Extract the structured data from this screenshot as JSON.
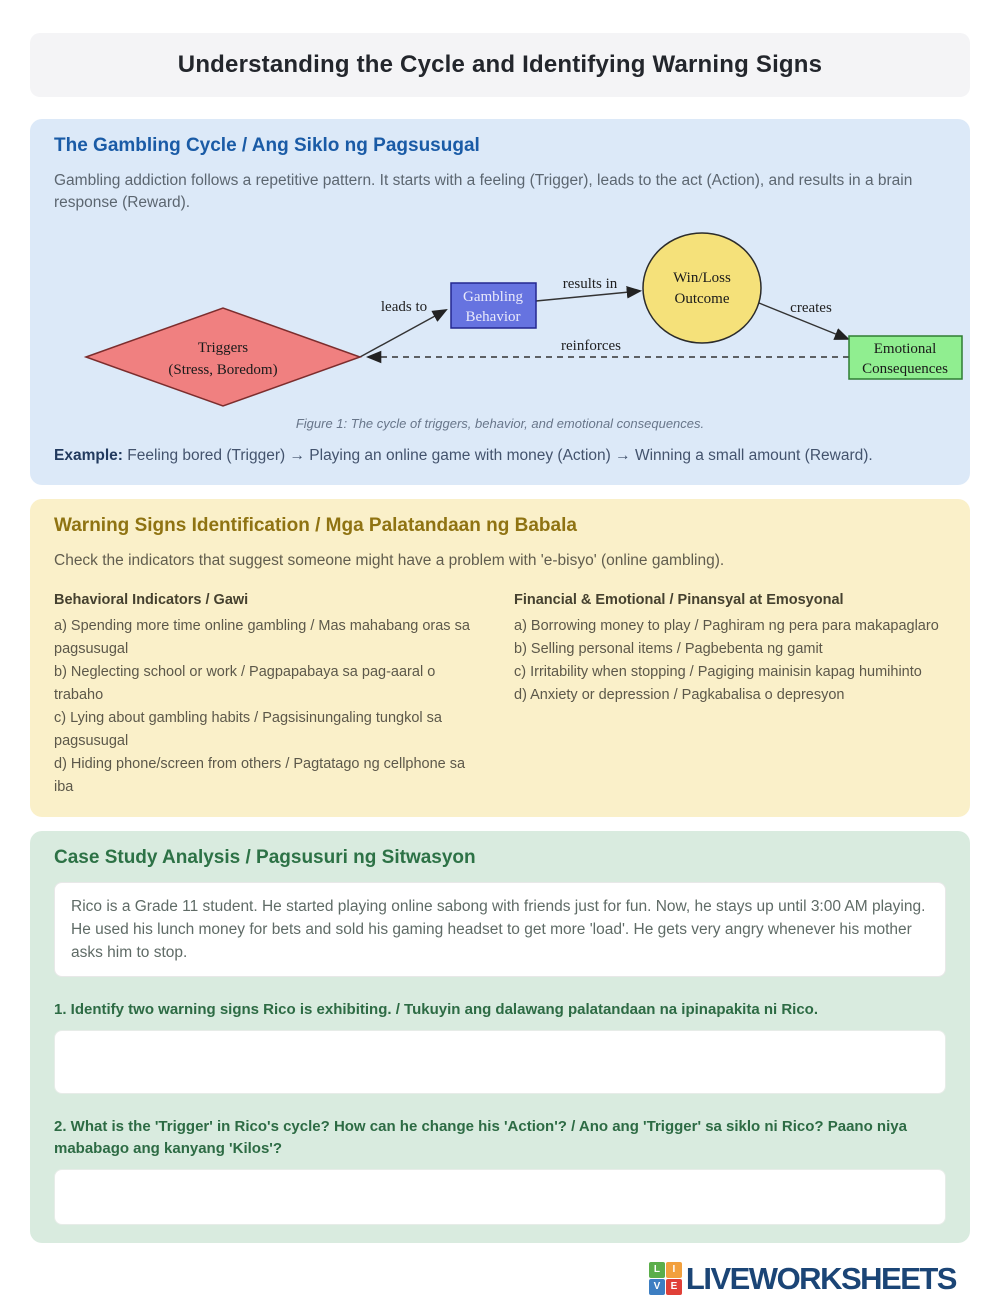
{
  "page": {
    "title": "Understanding the Cycle and Identifying Warning Signs"
  },
  "cycle_section": {
    "heading": "The Gambling Cycle / Ang Siklo ng Pagsusugal",
    "intro": "Gambling addiction follows a repetitive pattern. It starts with a feeling (Trigger), leads to the act (Action), and results in a brain response (Reward).",
    "diagram": {
      "nodes": [
        {
          "id": "triggers",
          "shape": "diamond",
          "line1": "Triggers",
          "line2": "(Stress, Boredom)",
          "fill": "#f08080",
          "stroke": "#7c2d2d"
        },
        {
          "id": "gambling-behavior",
          "shape": "rect",
          "line1": "Gambling",
          "line2": "Behavior",
          "fill": "#6673e0",
          "stroke": "#23278f"
        },
        {
          "id": "win-loss-outcome",
          "shape": "ellipse",
          "line1": "Win/Loss",
          "line2": "Outcome",
          "fill": "#f5e17a",
          "stroke": "#2b2b2b"
        },
        {
          "id": "emotional-consequences",
          "shape": "rect",
          "line1": "Emotional",
          "line2": "Consequences",
          "fill": "#90ee90",
          "stroke": "#2f7d32"
        }
      ],
      "edges": [
        {
          "label": "leads to",
          "style": "solid"
        },
        {
          "label": "results in",
          "style": "solid"
        },
        {
          "label": "creates",
          "style": "solid"
        },
        {
          "label": "reinforces",
          "style": "dashed"
        }
      ]
    },
    "figure_caption": "Figure 1: The cycle of triggers, behavior, and emotional consequences.",
    "example_label": "Example:",
    "example_text": "Feeling bored (Trigger) → Playing an online game with money (Action) → Winning a small amount (Reward)."
  },
  "warning_section": {
    "heading": "Warning Signs Identification / Mga Palatandaan ng Babala",
    "intro": "Check the indicators that suggest someone might have a problem with 'e-bisyo' (online gambling).",
    "columns": [
      {
        "header": "Behavioral Indicators / Gawi",
        "items": [
          "a) Spending more time online gambling / Mas mahabang oras sa pagsusugal",
          "b) Neglecting school or work / Pagpapabaya sa pag-aaral o trabaho",
          "c) Lying about gambling habits / Pagsisinungaling tungkol sa pagsusugal",
          "d) Hiding phone/screen from others / Pagtatago ng cellphone sa iba"
        ]
      },
      {
        "header": "Financial & Emotional / Pinansyal at Emosyonal",
        "items": [
          "a) Borrowing money to play / Paghiram ng pera para makapaglaro",
          "b) Selling personal items / Pagbebenta ng gamit",
          "c) Irritability when stopping / Pagiging mainisin kapag humihinto",
          "d) Anxiety or depression / Pagkabalisa o depresyon"
        ]
      }
    ]
  },
  "case_section": {
    "heading": "Case Study Analysis / Pagsusuri ng Sitwasyon",
    "case_text": "Rico is a Grade 11 student. He started playing online sabong with friends just for fun. Now, he stays up until 3:00 AM playing. He used his lunch money for bets and sold his gaming headset to get more 'load'. He gets very angry whenever his mother asks him to stop.",
    "questions": [
      {
        "label": "1. Identify two warning signs Rico is exhibiting. / Tukuyin ang dalawang palatandaan na ipinapakita ni Rico.",
        "answer": ""
      },
      {
        "label": "2. What is the 'Trigger' in Rico's cycle? How can he change his 'Action'? / Ano ang 'Trigger' sa siklo ni Rico? Paano niya mababago ang kanyang 'Kilos'?",
        "answer": ""
      }
    ]
  },
  "footer": {
    "brand": "LIVEWORKSHEETS",
    "logo_letters": [
      "L",
      "I",
      "V",
      "E"
    ],
    "logo_colors": [
      "#5bae4a",
      "#f2a03d",
      "#3d7ec2",
      "#e04038"
    ]
  },
  "colors": {
    "section_blue_bg": "#dce9f8",
    "section_yellow_bg": "#faf0c9",
    "section_green_bg": "#d9ebdf",
    "heading_blue": "#1a5ba6",
    "heading_yellow": "#8f7312",
    "heading_green": "#2d7246",
    "brand_navy": "#1b4576"
  }
}
